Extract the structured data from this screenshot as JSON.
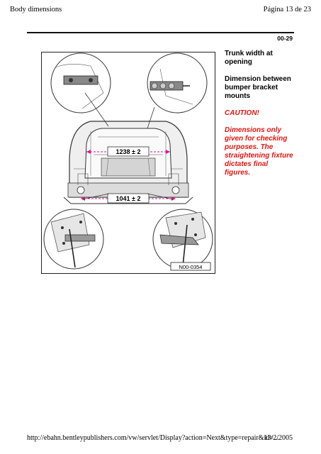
{
  "header": {
    "title": "Body dimensions",
    "page": "Página 13 de 23"
  },
  "section_code": "00-29",
  "figure": {
    "dimension_trunk": "1238 ± 2",
    "dimension_bumper": "1041 ± 2",
    "figure_id": "N00-0354"
  },
  "notes": {
    "trunk_width": "Trunk width at opening",
    "bracket_dimension": "Dimension between bumper bracket mounts",
    "caution_title": "CAUTION!",
    "caution_text": "Dimensions only given for checking purposes. The straightening fixture dictates final figures."
  },
  "footer": {
    "url": "http://ebahn.bentleypublishers.com/vw/servlet/Display?action=Next&type=repair&id=...",
    "date": "13/2/2005"
  },
  "colors": {
    "caution": "#e3140f",
    "dimension": "#d81b8c"
  }
}
